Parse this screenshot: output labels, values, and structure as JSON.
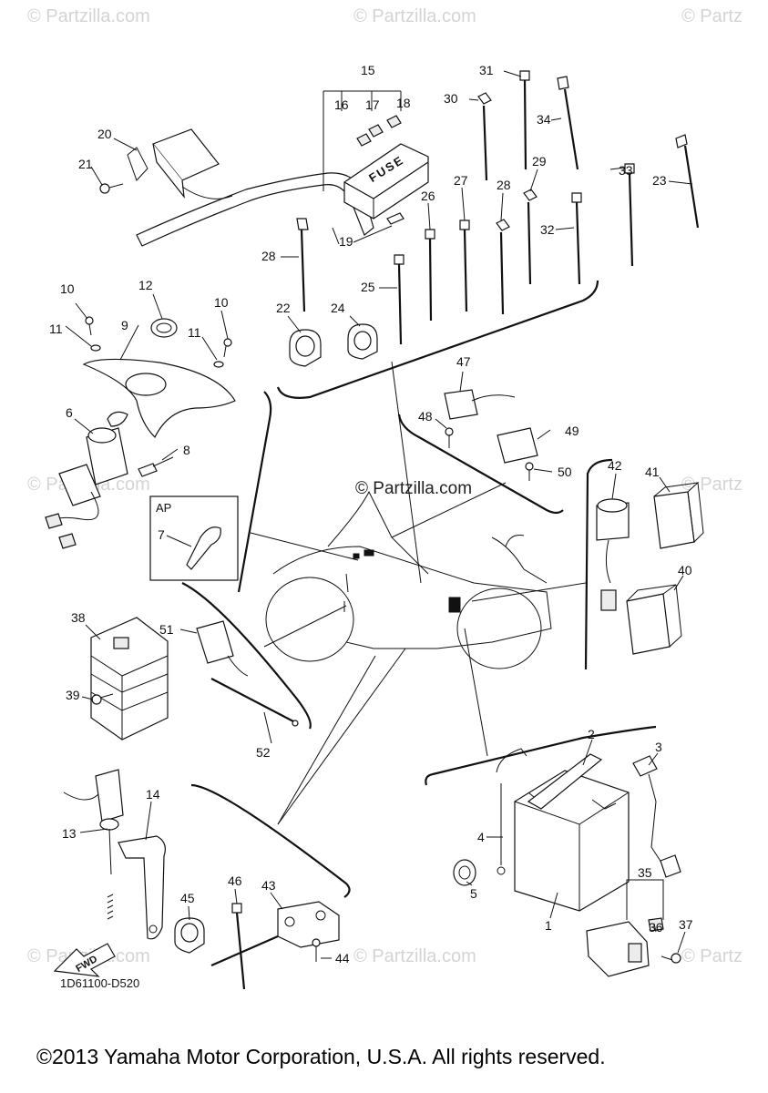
{
  "watermarks": {
    "text": "© Partzilla.com",
    "short": "© Partz",
    "center": "© Partzilla.com"
  },
  "diagram_code": "1D61100-D520",
  "fuse_label": "FUSE",
  "ap_box_label": "AP",
  "fwd_label": "FWD",
  "copyright": "©2013 Yamaha Motor Corporation, U.S.A. All rights reserved.",
  "callouts": {
    "c1": "1",
    "c2": "2",
    "c3": "3",
    "c4": "4",
    "c5": "5",
    "c6": "6",
    "c7": "7",
    "c8": "8",
    "c9": "9",
    "c10a": "10",
    "c10b": "10",
    "c11a": "11",
    "c11b": "11",
    "c12": "12",
    "c13": "13",
    "c14": "14",
    "c15": "15",
    "c16": "16",
    "c17": "17",
    "c18": "18",
    "c19": "19",
    "c20": "20",
    "c21": "21",
    "c22": "22",
    "c23": "23",
    "c24": "24",
    "c25": "25",
    "c26": "26",
    "c27": "27",
    "c28a": "28",
    "c28b": "28",
    "c29": "29",
    "c30": "30",
    "c31": "31",
    "c32": "32",
    "c33": "33",
    "c34": "34",
    "c35": "35",
    "c36": "36",
    "c37": "37",
    "c38": "38",
    "c39": "39",
    "c40": "40",
    "c41": "41",
    "c42": "42",
    "c43": "43",
    "c44": "44",
    "c45": "45",
    "c46": "46",
    "c47": "47",
    "c48": "48",
    "c49": "49",
    "c50": "50",
    "c51": "51",
    "c52": "52"
  }
}
